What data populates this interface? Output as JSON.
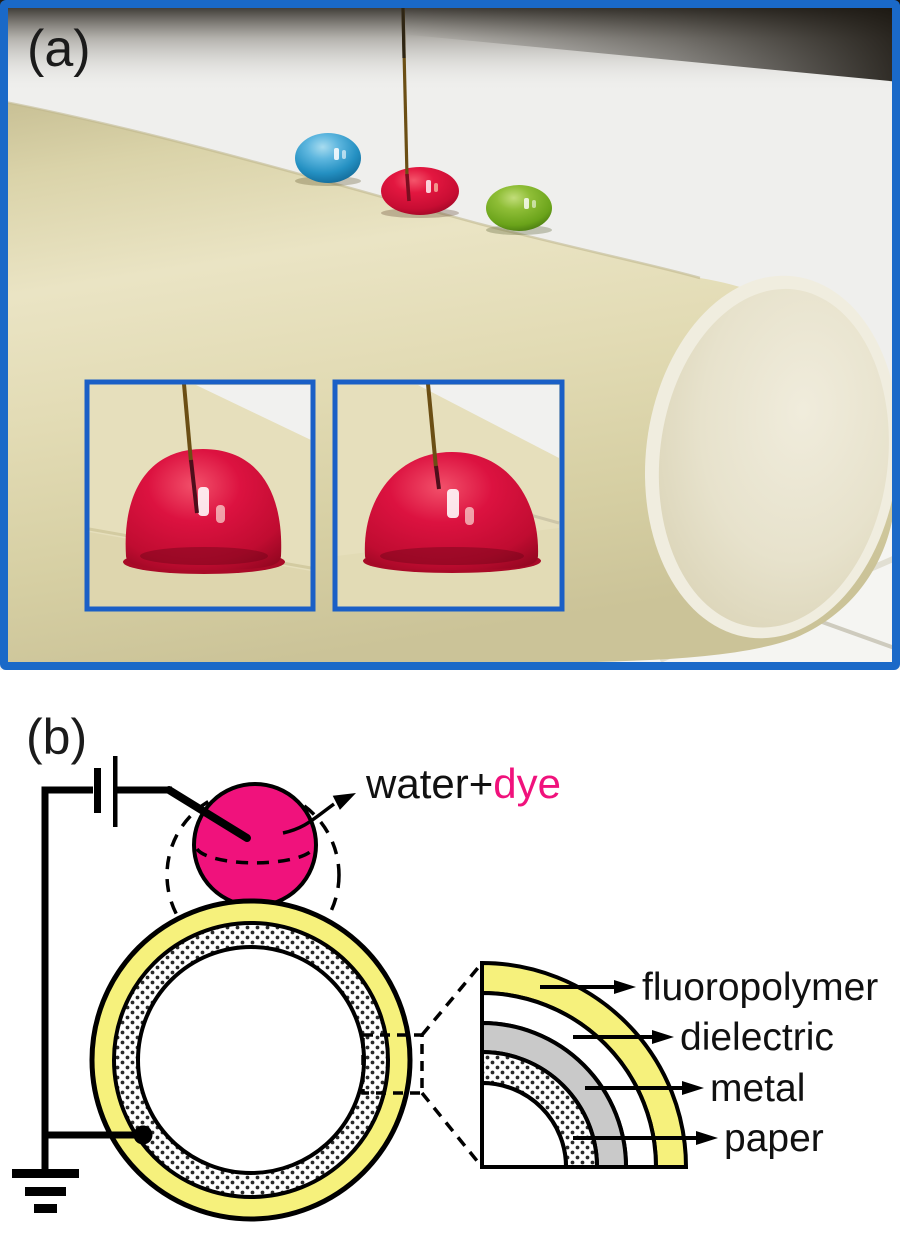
{
  "panel_a": {
    "label": "(a)"
  },
  "panel_b": {
    "label": "(b)",
    "droplet_label": {
      "prefix": "water+",
      "dye": "dye"
    },
    "layers": [
      {
        "label": "fluoropolymer"
      },
      {
        "label": "dielectric"
      },
      {
        "label": "metal"
      },
      {
        "label": "paper"
      }
    ]
  },
  "colors": {
    "frame_blue": "#1A69C8",
    "inset_border_blue": "#1A5FC6",
    "droplet_pink": "#F0127C",
    "dye_text_pink": "#F0127C",
    "ring_yellow": "#F6F17C",
    "metal_gray": "#C9C9C9",
    "photo_drop_blue": "#2F9BCB",
    "photo_drop_red": "#D81036",
    "photo_drop_green": "#76AC1E"
  }
}
